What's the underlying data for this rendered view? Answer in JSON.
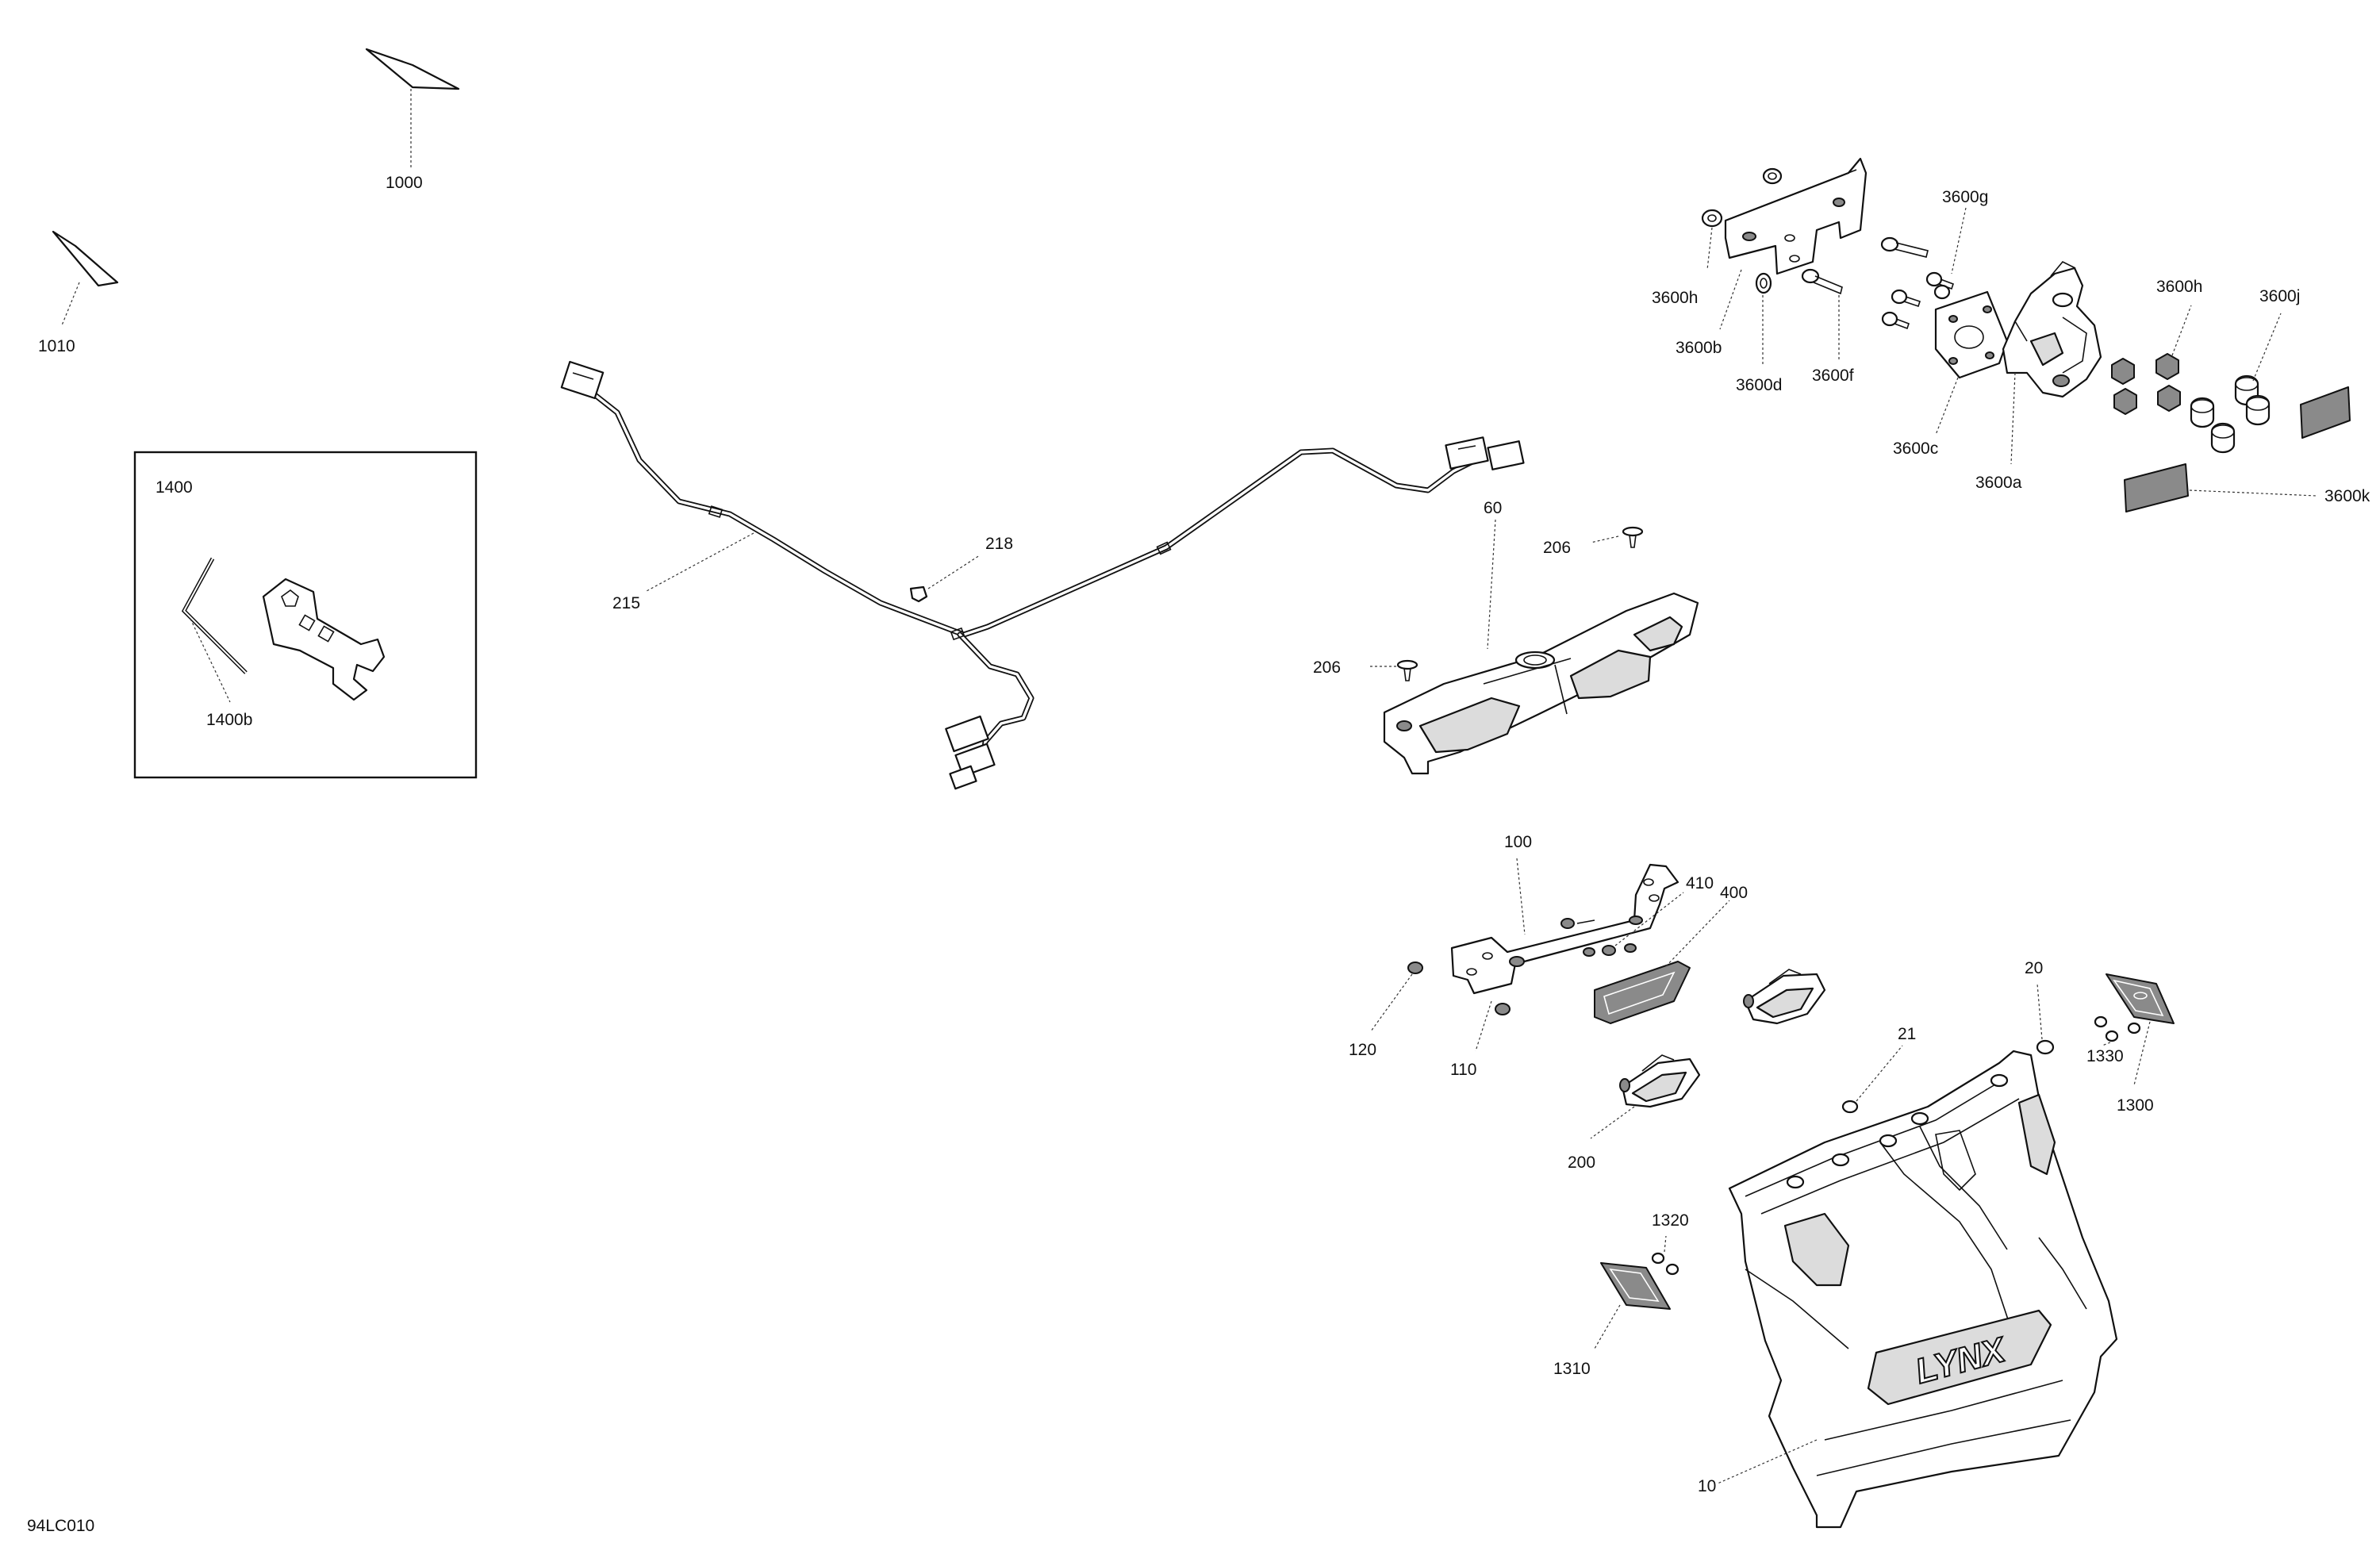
{
  "diagram_code": "94LC010",
  "callouts": [
    {
      "key": "c1000",
      "text": "1000"
    },
    {
      "key": "c1010",
      "text": "1010"
    },
    {
      "key": "c1400",
      "text": "1400"
    },
    {
      "key": "c1400b",
      "text": "1400b"
    },
    {
      "key": "c215",
      "text": "215"
    },
    {
      "key": "c218",
      "text": "218"
    },
    {
      "key": "c60",
      "text": "60"
    },
    {
      "key": "c206a",
      "text": "206"
    },
    {
      "key": "c206b",
      "text": "206"
    },
    {
      "key": "c3600h_a",
      "text": "3600h"
    },
    {
      "key": "c3600b",
      "text": "3600b"
    },
    {
      "key": "c3600d",
      "text": "3600d"
    },
    {
      "key": "c3600f",
      "text": "3600f"
    },
    {
      "key": "c3600g",
      "text": "3600g"
    },
    {
      "key": "c3600c",
      "text": "3600c"
    },
    {
      "key": "c3600a",
      "text": "3600a"
    },
    {
      "key": "c3600h_b",
      "text": "3600h"
    },
    {
      "key": "c3600j",
      "text": "3600j"
    },
    {
      "key": "c3600k",
      "text": "3600k"
    },
    {
      "key": "c100",
      "text": "100"
    },
    {
      "key": "c410",
      "text": "410"
    },
    {
      "key": "c400",
      "text": "400"
    },
    {
      "key": "c120",
      "text": "120"
    },
    {
      "key": "c110",
      "text": "110"
    },
    {
      "key": "c200",
      "text": "200"
    },
    {
      "key": "c21",
      "text": "21"
    },
    {
      "key": "c20",
      "text": "20"
    },
    {
      "key": "c1330",
      "text": "1330"
    },
    {
      "key": "c1300",
      "text": "1300"
    },
    {
      "key": "c1320",
      "text": "1320"
    },
    {
      "key": "c1310",
      "text": "1310"
    },
    {
      "key": "c10",
      "text": "10"
    }
  ],
  "labels": {
    "c1000": "1000",
    "c1010": "1010",
    "c1400": "1400",
    "c1400b": "1400b",
    "c215": "215",
    "c218": "218",
    "c60": "60",
    "c206a": "206",
    "c206b": "206",
    "c3600h_a": "3600h",
    "c3600b": "3600b",
    "c3600d": "3600d",
    "c3600f": "3600f",
    "c3600g": "3600g",
    "c3600c": "3600c",
    "c3600a": "3600a",
    "c3600h_b": "3600h",
    "c3600j": "3600j",
    "c3600k": "3600k",
    "c100": "100",
    "c410": "410",
    "c400": "400",
    "c120": "120",
    "c110": "110",
    "c200": "200",
    "c21": "21",
    "c20": "20",
    "c1330": "1330",
    "c1300": "1300",
    "c1320": "1320",
    "c1310": "1310",
    "c10": "10"
  },
  "emblem_text": "LYNX"
}
